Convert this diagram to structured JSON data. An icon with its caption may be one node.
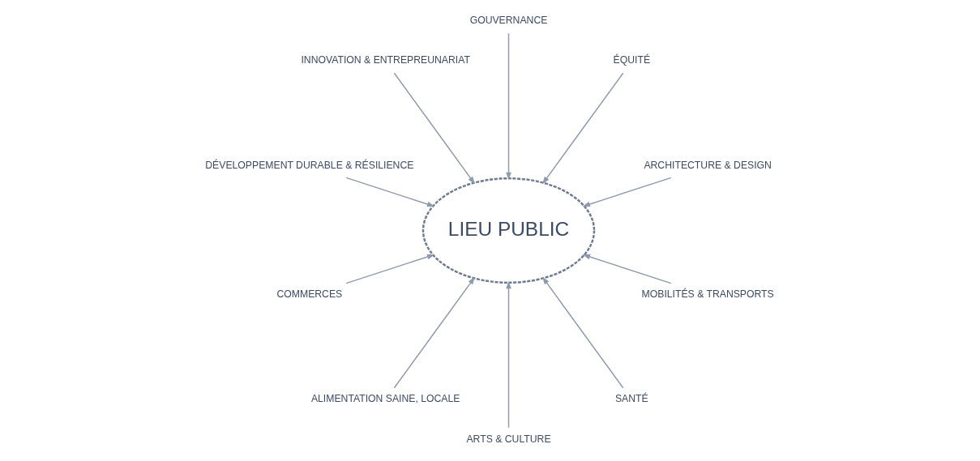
{
  "diagram": {
    "nodes": [
      {
        "text": [
          "ARCHITECTURE & DESIGN"
        ]
      },
      {
        "text": [
          "ÉQUITÉ"
        ]
      },
      {
        "text": [
          "GOUVERNANCE"
        ]
      },
      {
        "text": [
          "INNOVATION & ENTREPREUNARIAT"
        ]
      },
      {
        "text": [
          "DÉVELOPPEMENT DURABLE & RÉSILIENCE"
        ]
      },
      {
        "text": [
          "LIEU PUBLIC"
        ]
      },
      {
        "text": [
          "COMMERCES"
        ]
      },
      {
        "text": [
          "ALIMENTATION SAINE, LOCALE"
        ]
      },
      {
        "text": [
          "ARTS & CULTURE"
        ]
      },
      {
        "text": [
          "SANTÉ"
        ]
      },
      {
        "text": [
          "MOBILITÉS & TRANSPORTS"
        ]
      }
    ],
    "edges": [
      {
        "from": 0,
        "to": 5,
        "arrow": "to"
      },
      {
        "from": 1,
        "to": 5,
        "arrow": "to"
      },
      {
        "from": 2,
        "to": 5,
        "arrow": "to"
      },
      {
        "from": 3,
        "to": 5,
        "arrow": "to"
      },
      {
        "from": 4,
        "to": 5,
        "arrow": "to"
      },
      {
        "from": 6,
        "to": 5,
        "arrow": "to"
      },
      {
        "from": 7,
        "to": 5,
        "arrow": "to"
      },
      {
        "from": 8,
        "to": 5,
        "arrow": "to"
      },
      {
        "from": 9,
        "to": 5,
        "arrow": "to"
      },
      {
        "from": 10,
        "to": 5,
        "arrow": "to"
      }
    ]
  }
}
